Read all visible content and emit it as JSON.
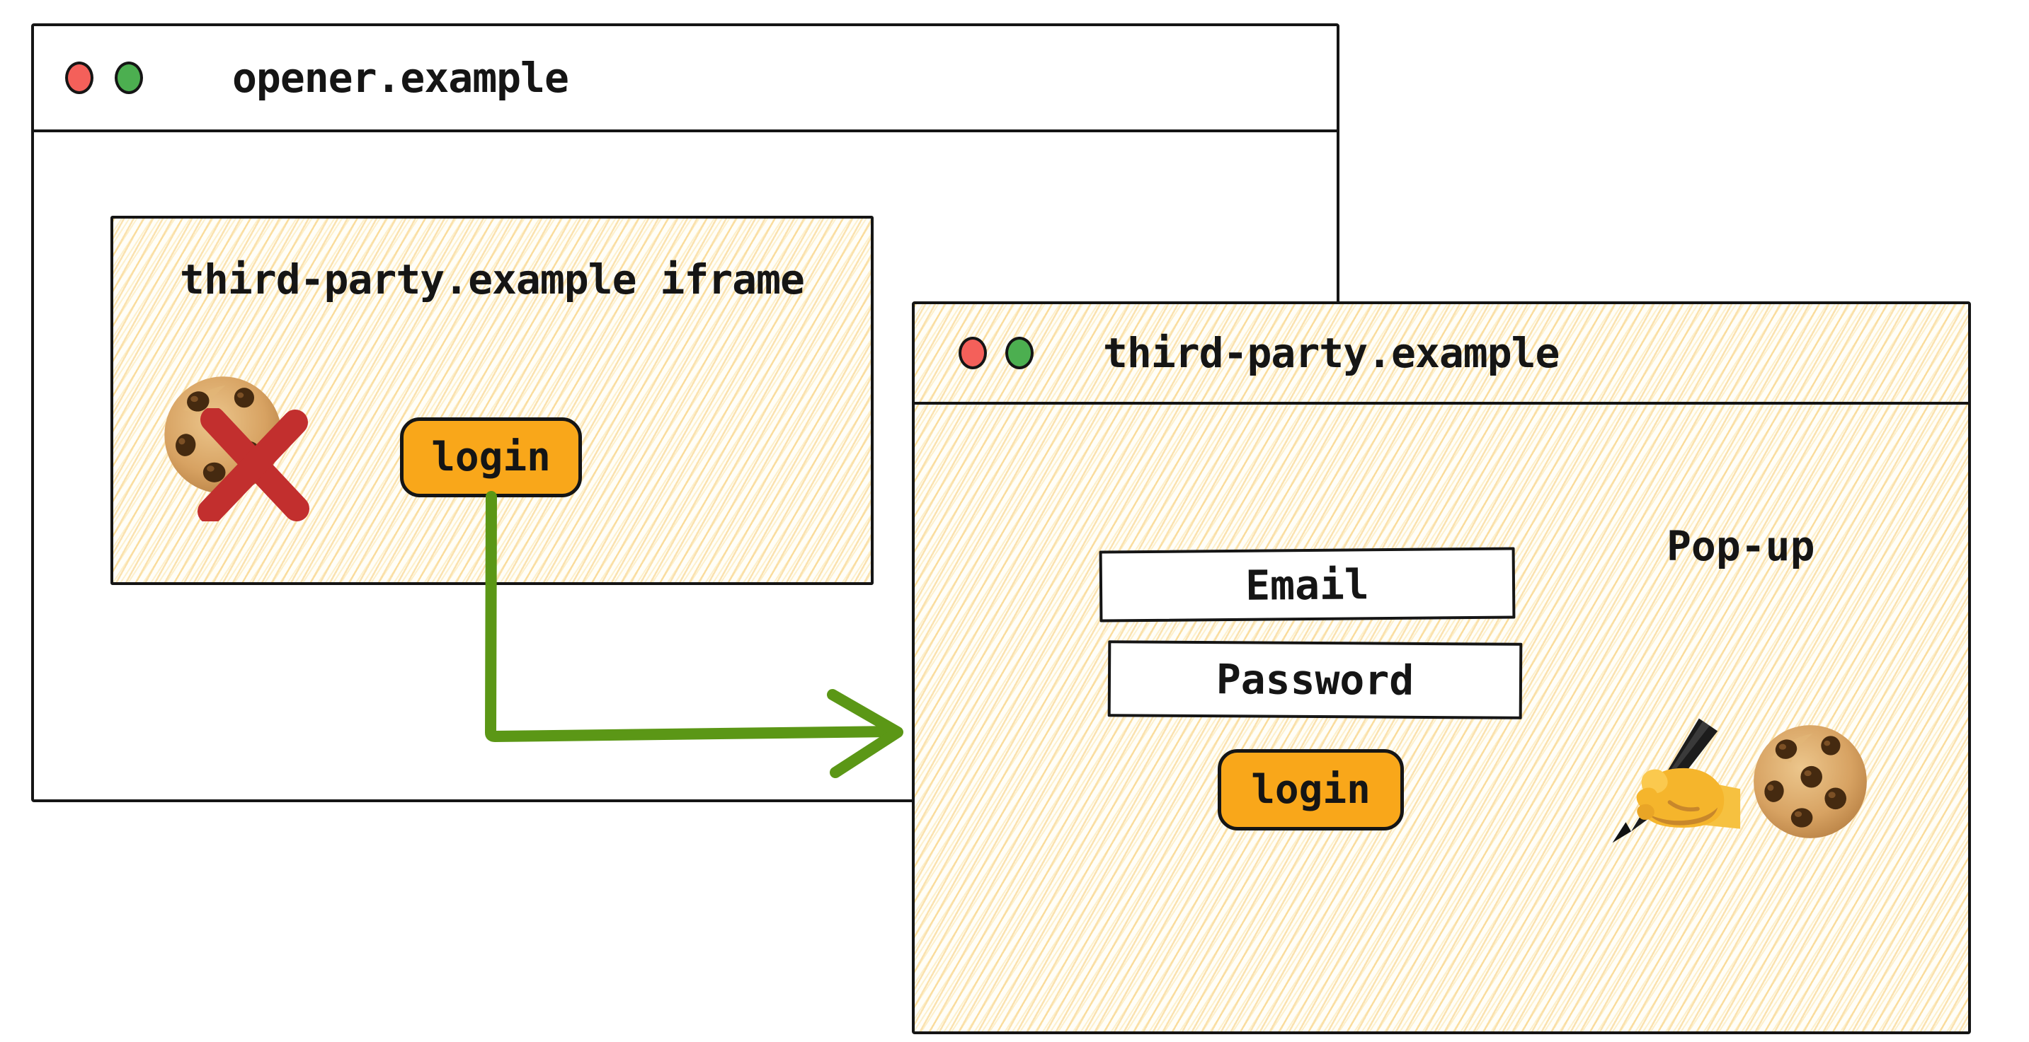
{
  "colors": {
    "ink": "#151515",
    "accent_orange": "#f9a71a",
    "arrow_green": "#5b9716",
    "traffic_red": "#f4605a",
    "traffic_green": "#4caf50",
    "blocked_x_red": "#c22f2e",
    "hatch_line": "#f6c769"
  },
  "opener_window": {
    "title": "opener.example",
    "traffic_lights": [
      {
        "name": "close",
        "color": "red"
      },
      {
        "name": "minimize",
        "color": "green"
      }
    ],
    "iframe": {
      "title": "third-party.example iframe",
      "login_button_label": "login",
      "icons": [
        {
          "name": "cookie-icon",
          "meaning": "third-party cookie"
        },
        {
          "name": "blocked-x-icon",
          "meaning": "cookie blocked"
        }
      ]
    }
  },
  "arrow": {
    "description": "green elbow arrow from iframe login button to pop-up window"
  },
  "popup_window": {
    "title": "third-party.example",
    "traffic_lights": [
      {
        "name": "close",
        "color": "red"
      },
      {
        "name": "minimize",
        "color": "green"
      }
    ],
    "popup_label": "Pop-up",
    "form": {
      "email_field_text": "Email",
      "password_field_text": "Password",
      "login_button_label": "login"
    },
    "icons": [
      {
        "name": "writing-hand-icon",
        "meaning": "first-party storage being written"
      },
      {
        "name": "cookie-icon",
        "meaning": "cookie allowed"
      }
    ]
  }
}
